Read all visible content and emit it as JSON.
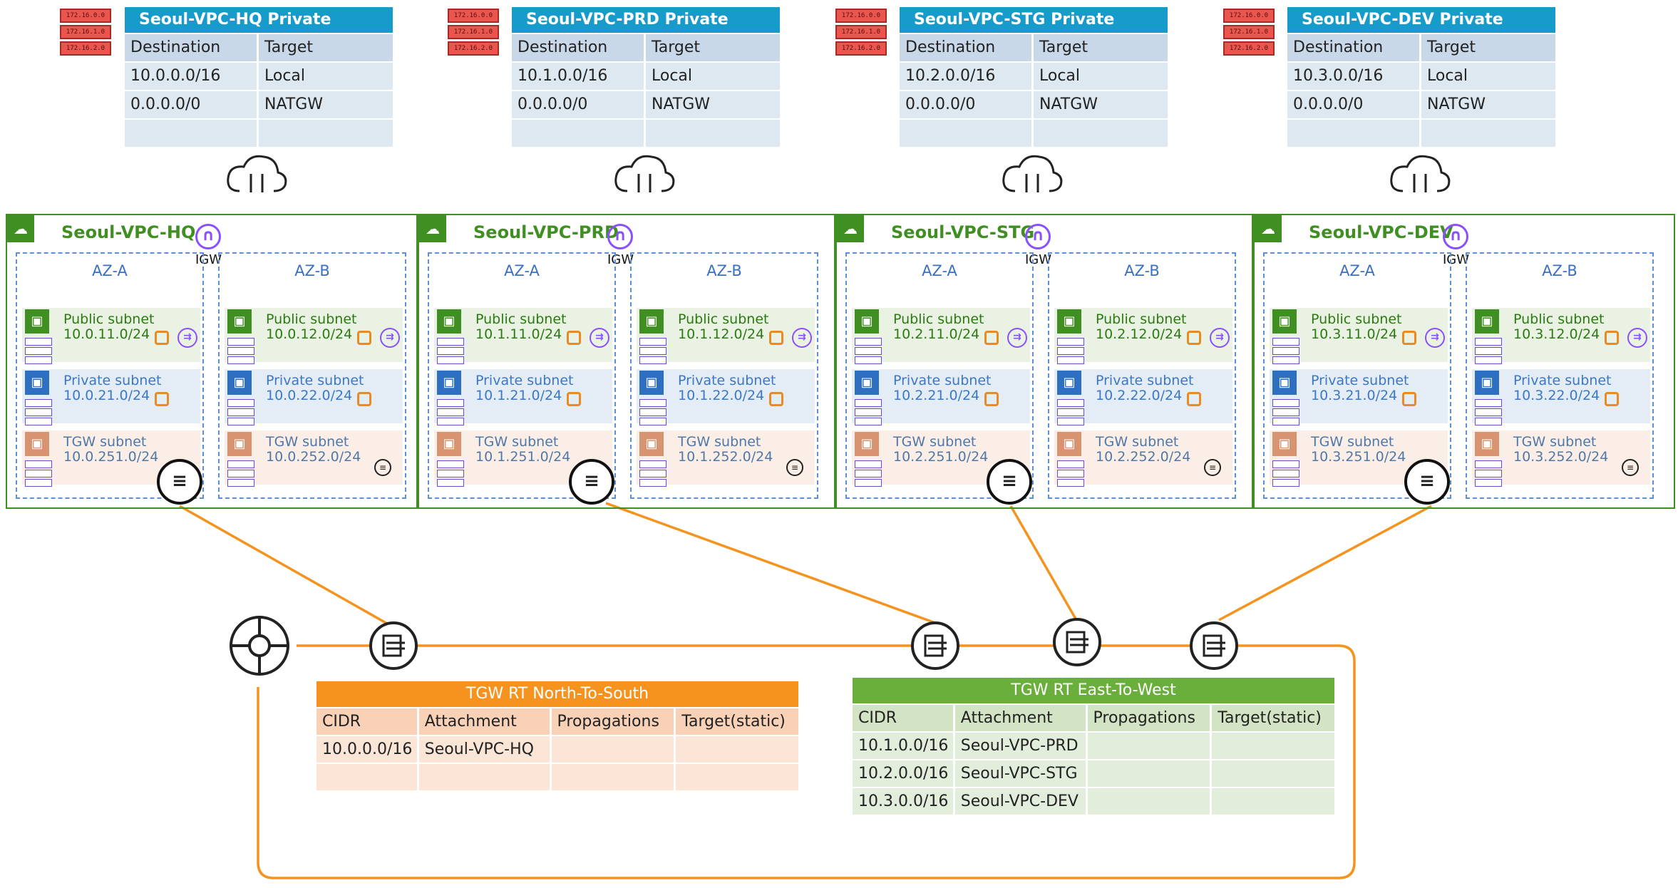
{
  "colors": {
    "tgw_line": "#f6931e",
    "vpc_border": "#3f8f22",
    "az_border": "#5b8fd6",
    "rt_header": "#169bcb"
  },
  "route_tables": [
    {
      "title": "Seoul-VPC-HQ Private Subnet RT",
      "headers": [
        "Destination",
        "Target"
      ],
      "rows": [
        [
          "10.0.0.0/16",
          "Local"
        ],
        [
          "0.0.0.0/0",
          "NATGW"
        ],
        [
          "",
          ""
        ]
      ]
    },
    {
      "title": "Seoul-VPC-PRD Private Subnet RT",
      "headers": [
        "Destination",
        "Target"
      ],
      "rows": [
        [
          "10.1.0.0/16",
          "Local"
        ],
        [
          "0.0.0.0/0",
          "NATGW"
        ],
        [
          "",
          ""
        ]
      ]
    },
    {
      "title": "Seoul-VPC-STG Private Subnet RT",
      "headers": [
        "Destination",
        "Target"
      ],
      "rows": [
        [
          "10.2.0.0/16",
          "Local"
        ],
        [
          "0.0.0.0/0",
          "NATGW"
        ],
        [
          "",
          ""
        ]
      ]
    },
    {
      "title": "Seoul-VPC-DEV Private Subnet RT",
      "headers": [
        "Destination",
        "Target"
      ],
      "rows": [
        [
          "10.3.0.0/16",
          "Local"
        ],
        [
          "0.0.0.0/0",
          "NATGW"
        ],
        [
          "",
          ""
        ]
      ]
    }
  ],
  "rt_icon_lines": [
    "172.16.0.0",
    "172.16.1.0",
    "172.16.2.0"
  ],
  "vpcs": [
    {
      "name": "Seoul-VPC-HQ",
      "igw": "IGW",
      "azs": [
        {
          "name": "AZ-A",
          "public": [
            "Public subnet",
            "10.0.11.0/24"
          ],
          "private": [
            "Private subnet",
            "10.0.21.0/24"
          ],
          "tgw": [
            "TGW subnet",
            "10.0.251.0/24"
          ]
        },
        {
          "name": "AZ-B",
          "public": [
            "Public subnet",
            "10.0.12.0/24"
          ],
          "private": [
            "Private subnet",
            "10.0.22.0/24"
          ],
          "tgw": [
            "TGW subnet",
            "10.0.252.0/24"
          ]
        }
      ]
    },
    {
      "name": "Seoul-VPC-PRD",
      "igw": "IGW",
      "azs": [
        {
          "name": "AZ-A",
          "public": [
            "Public subnet",
            "10.1.11.0/24"
          ],
          "private": [
            "Private subnet",
            "10.1.21.0/24"
          ],
          "tgw": [
            "TGW subnet",
            "10.1.251.0/24"
          ]
        },
        {
          "name": "AZ-B",
          "public": [
            "Public subnet",
            "10.1.12.0/24"
          ],
          "private": [
            "Private subnet",
            "10.1.22.0/24"
          ],
          "tgw": [
            "TGW subnet",
            "10.1.252.0/24"
          ]
        }
      ]
    },
    {
      "name": "Seoul-VPC-STG",
      "igw": "IGW",
      "azs": [
        {
          "name": "AZ-A",
          "public": [
            "Public subnet",
            "10.2.11.0/24"
          ],
          "private": [
            "Private subnet",
            "10.2.21.0/24"
          ],
          "tgw": [
            "TGW subnet",
            "10.2.251.0/24"
          ]
        },
        {
          "name": "AZ-B",
          "public": [
            "Public subnet",
            "10.2.12.0/24"
          ],
          "private": [
            "Private subnet",
            "10.2.22.0/24"
          ],
          "tgw": [
            "TGW subnet",
            "10.2.252.0/24"
          ]
        }
      ]
    },
    {
      "name": "Seoul-VPC-DEV",
      "igw": "IGW",
      "azs": [
        {
          "name": "AZ-A",
          "public": [
            "Public subnet",
            "10.3.11.0/24"
          ],
          "private": [
            "Private subnet",
            "10.3.21.0/24"
          ],
          "tgw": [
            "TGW subnet",
            "10.3.251.0/24"
          ]
        },
        {
          "name": "AZ-B",
          "public": [
            "Public subnet",
            "10.3.12.0/24"
          ],
          "private": [
            "Private subnet",
            "10.3.22.0/24"
          ],
          "tgw": [
            "TGW subnet",
            "10.3.252.0/24"
          ]
        }
      ]
    }
  ],
  "tgw_rt_ns": {
    "title": "TGW RT  North-To-South",
    "headers": [
      "CIDR",
      "Attachment",
      "Propagations",
      "Target(static)"
    ],
    "rows": [
      [
        "10.0.0.0/16",
        "Seoul-VPC-HQ",
        "",
        ""
      ],
      [
        "",
        "",
        "",
        ""
      ]
    ]
  },
  "tgw_rt_ew": {
    "title": "TGW RT  East-To-West",
    "headers": [
      "CIDR",
      "Attachment",
      "Propagations",
      "Target(static)"
    ],
    "rows": [
      [
        "10.1.0.0/16",
        "Seoul-VPC-PRD",
        "",
        ""
      ],
      [
        "10.2.0.0/16",
        "Seoul-VPC-STG",
        "",
        ""
      ],
      [
        "10.3.0.0/16",
        "Seoul-VPC-DEV",
        "",
        ""
      ]
    ]
  }
}
